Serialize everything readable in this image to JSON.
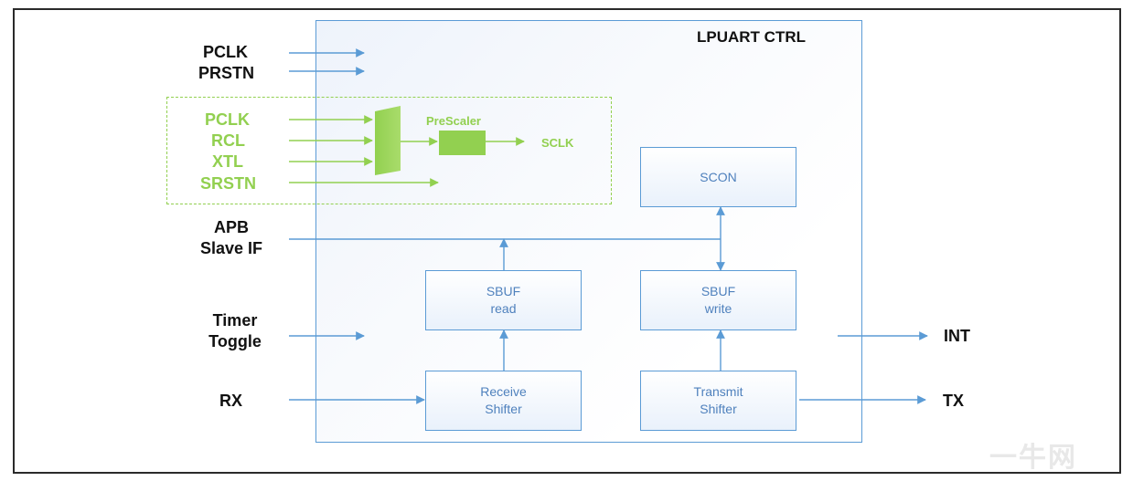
{
  "diagram": {
    "title": "LPUART CTRL",
    "inputs": {
      "pclk": "PCLK",
      "prstn": "PRSTN",
      "apb_line1": "APB",
      "apb_line2": "Slave IF",
      "timer_line1": "Timer",
      "timer_line2": "Toggle",
      "rx": "RX"
    },
    "clock_group": {
      "pclk": "PCLK",
      "rcl": "RCL",
      "xtl": "XTL",
      "srstn": "SRSTN",
      "prescaler": "PreScaler",
      "sclk": "SCLK"
    },
    "blocks": {
      "scon": "SCON",
      "sbuf_read_line1": "SBUF",
      "sbuf_read_line2": "read",
      "sbuf_write_line1": "SBUF",
      "sbuf_write_line2": "write",
      "receive_line1": "Receive",
      "receive_line2": "Shifter",
      "transmit_line1": "Transmit",
      "transmit_line2": "Shifter"
    },
    "outputs": {
      "int": "INT",
      "tx": "TX"
    },
    "watermark": "一牛网"
  },
  "colors": {
    "wire": "#5b9bd5",
    "green": "#92d050",
    "block_text": "#4f81bd"
  }
}
